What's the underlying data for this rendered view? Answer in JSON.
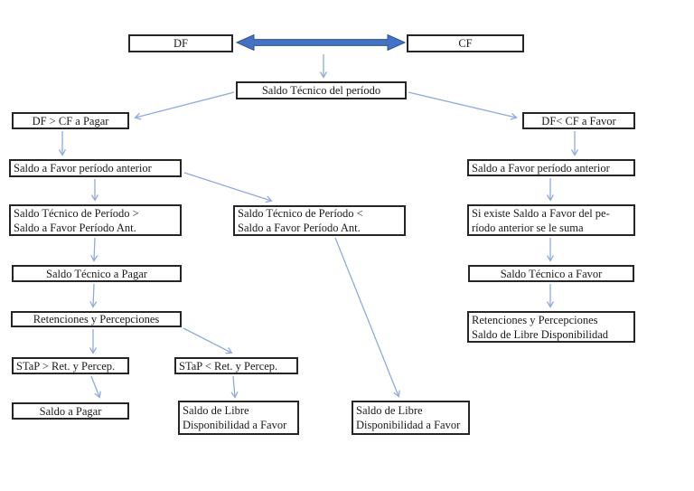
{
  "diagram": {
    "description": "Flowchart: Saldo Técnico del período (DF vs CF tax balance decision tree)",
    "nodes": {
      "df": {
        "label": "DF"
      },
      "cf": {
        "label": "CF"
      },
      "saldo_tecnico_periodo": {
        "label": "Saldo Técnico del período"
      },
      "df_gt_cf": {
        "label": "DF > CF a Pagar"
      },
      "df_lt_cf": {
        "label": "DF< CF a Favor"
      },
      "safpa_left": {
        "label": "Saldo a Favor período anterior"
      },
      "safpa_right": {
        "label": "Saldo a Favor período anterior"
      },
      "stp_gt": {
        "line1": "Saldo Técnico de Período >",
        "line2": "Saldo a Favor Período Ant."
      },
      "stp_lt": {
        "line1": "Saldo Técnico de Período <",
        "line2": "Saldo a Favor Período Ant."
      },
      "si_existe": {
        "line1": "Si existe Saldo a Favor del pe-",
        "line2": "ríodo anterior se le suma"
      },
      "st_pagar": {
        "label": "Saldo Técnico a Pagar"
      },
      "st_favor": {
        "label": "Saldo Técnico a Favor"
      },
      "ret_per": {
        "label": "Retenciones y Percepciones"
      },
      "ret_per_sld": {
        "line1": "Retenciones y Percepciones",
        "line2": "Saldo de Libre Disponibilidad"
      },
      "stap_gt": {
        "label": "STaP > Ret. y Percep."
      },
      "stap_lt": {
        "label": "STaP < Ret. y Percep."
      },
      "saldo_pagar": {
        "label": "Saldo a Pagar"
      },
      "sld_left": {
        "line1": "Saldo de Libre",
        "line2": "Disponibilidad a Favor"
      },
      "sld_mid": {
        "line1": "Saldo de Libre",
        "line2": "Disponibilidad a Favor"
      }
    },
    "double_arrow": {
      "between": [
        "df",
        "cf"
      ]
    },
    "edges": [
      {
        "id": "e1",
        "from": "df_cf_comparison",
        "to": "saldo_tecnico_periodo"
      },
      {
        "id": "e2",
        "from": "saldo_tecnico_periodo",
        "to": "df_gt_cf"
      },
      {
        "id": "e3",
        "from": "saldo_tecnico_periodo",
        "to": "df_lt_cf"
      },
      {
        "id": "e4",
        "from": "df_gt_cf",
        "to": "safpa_left"
      },
      {
        "id": "e5",
        "from": "safpa_left",
        "to": "stp_gt"
      },
      {
        "id": "e6",
        "from": "safpa_left",
        "to": "stp_lt"
      },
      {
        "id": "e7",
        "from": "stp_gt",
        "to": "st_pagar"
      },
      {
        "id": "e8",
        "from": "st_pagar",
        "to": "ret_per"
      },
      {
        "id": "e9",
        "from": "ret_per",
        "to": "stap_gt"
      },
      {
        "id": "e10",
        "from": "ret_per",
        "to": "stap_lt"
      },
      {
        "id": "e11",
        "from": "stap_gt",
        "to": "saldo_pagar"
      },
      {
        "id": "e12",
        "from": "stap_lt",
        "to": "sld_left"
      },
      {
        "id": "e13",
        "from": "stp_lt",
        "to": "sld_mid"
      },
      {
        "id": "e14",
        "from": "df_lt_cf",
        "to": "safpa_right"
      },
      {
        "id": "e15",
        "from": "safpa_right",
        "to": "si_existe"
      },
      {
        "id": "e16",
        "from": "si_existe",
        "to": "st_favor"
      },
      {
        "id": "e17",
        "from": "st_favor",
        "to": "ret_per_sld"
      }
    ],
    "colors": {
      "thick_arrow_fill": "#4472C4",
      "thick_arrow_border": "#2F528F",
      "thin_arrow": "#8FAADC",
      "box_border": "#262626",
      "box_bg": "#FFFFFF",
      "text": "#1a1a1a"
    }
  }
}
